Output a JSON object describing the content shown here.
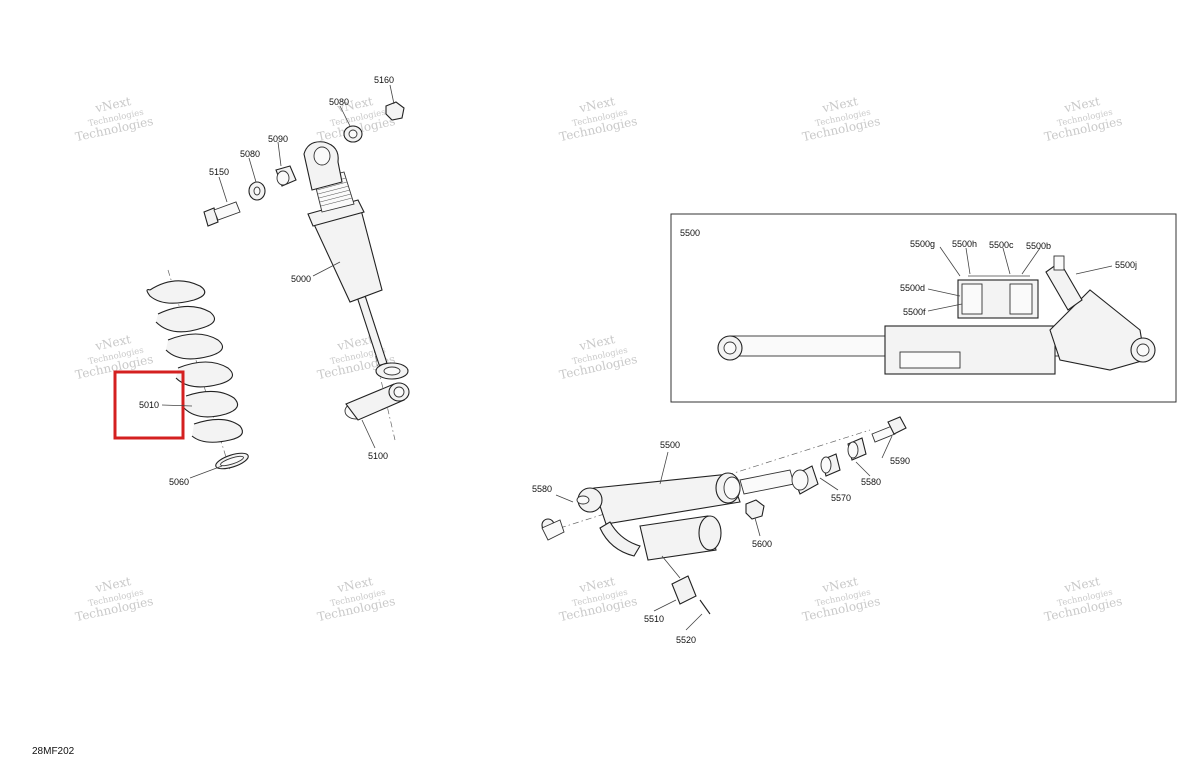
{
  "drawing_code": "28MF202",
  "watermark": {
    "line1": "vNext",
    "line2": "Technologies",
    "line3": "Technologies"
  },
  "highlight_color": "#d42020",
  "callouts": {
    "p5160": "5160",
    "p5080_top": "5080",
    "p5090": "5090",
    "p5080": "5080",
    "p5150": "5150",
    "p5000": "5000",
    "p5010": "5010",
    "p5060": "5060",
    "p5100": "5100",
    "p5500_inset": "5500",
    "p5500g": "5500g",
    "p5500h": "5500h",
    "p5500c": "5500c",
    "p5500b": "5500b",
    "p5500j": "5500j",
    "p5500d": "5500d",
    "p5500f": "5500f",
    "p5500": "5500",
    "p5580_left": "5580",
    "p5590": "5590",
    "p5580_right": "5580",
    "p5570": "5570",
    "p5600": "5600",
    "p5510": "5510",
    "p5520": "5520"
  },
  "highlighted_part": "5010"
}
